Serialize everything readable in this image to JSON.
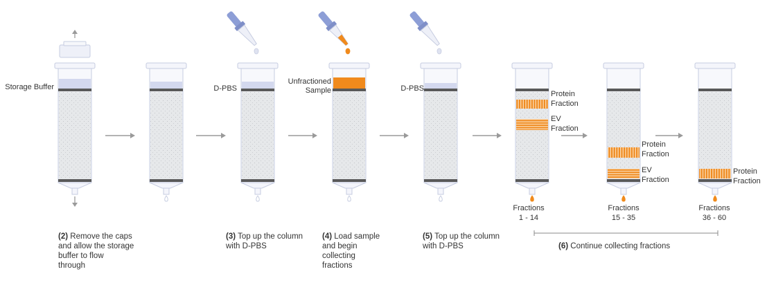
{
  "labels": {
    "storage_buffer": "Storage Buffer",
    "dpbs_a": "D-PBS",
    "unfractioned_1": "Unfractioned",
    "unfractioned_2": "Sample",
    "dpbs_b": "D-PBS",
    "protein_1": "Protein",
    "fraction_1": "Fraction",
    "ev_1": "EV",
    "ev_fraction_1": "Fraction",
    "protein_2": "Protein",
    "fraction_2": "Fraction",
    "ev_2": "EV",
    "ev_fraction_2": "Fraction",
    "protein_3": "Protein",
    "fraction_3": "Fraction"
  },
  "collections": [
    {
      "title": "Fractions",
      "range": "1 - 14"
    },
    {
      "title": "Fractions",
      "range": "15 - 35"
    },
    {
      "title": "Fractions",
      "range": "36 - 60"
    }
  ],
  "steps": [
    {
      "num": "(2)",
      "lines": [
        "Remove the caps",
        "and allow the storage",
        "buffer to flow",
        "through"
      ]
    },
    {
      "num": "(3)",
      "lines": [
        "Top up the column",
        "with D-PBS"
      ]
    },
    {
      "num": "(4)",
      "lines": [
        "Load sample",
        "and begin",
        "collecting",
        "fractions"
      ]
    },
    {
      "num": "(5)",
      "lines": [
        "Top up the column",
        "with D-PBS"
      ]
    },
    {
      "num": "(6)",
      "lines": [
        "Continue collecting fractions"
      ]
    }
  ],
  "colors": {
    "column_fill": "#e5e7e9",
    "column_outline": "#c6cce0",
    "buffer": "#d3d8ee",
    "sample_orange": "#f08a1c",
    "frit": "#595959",
    "arrow": "#9a9a9a",
    "pipette_blue": "#8d9ed6"
  }
}
